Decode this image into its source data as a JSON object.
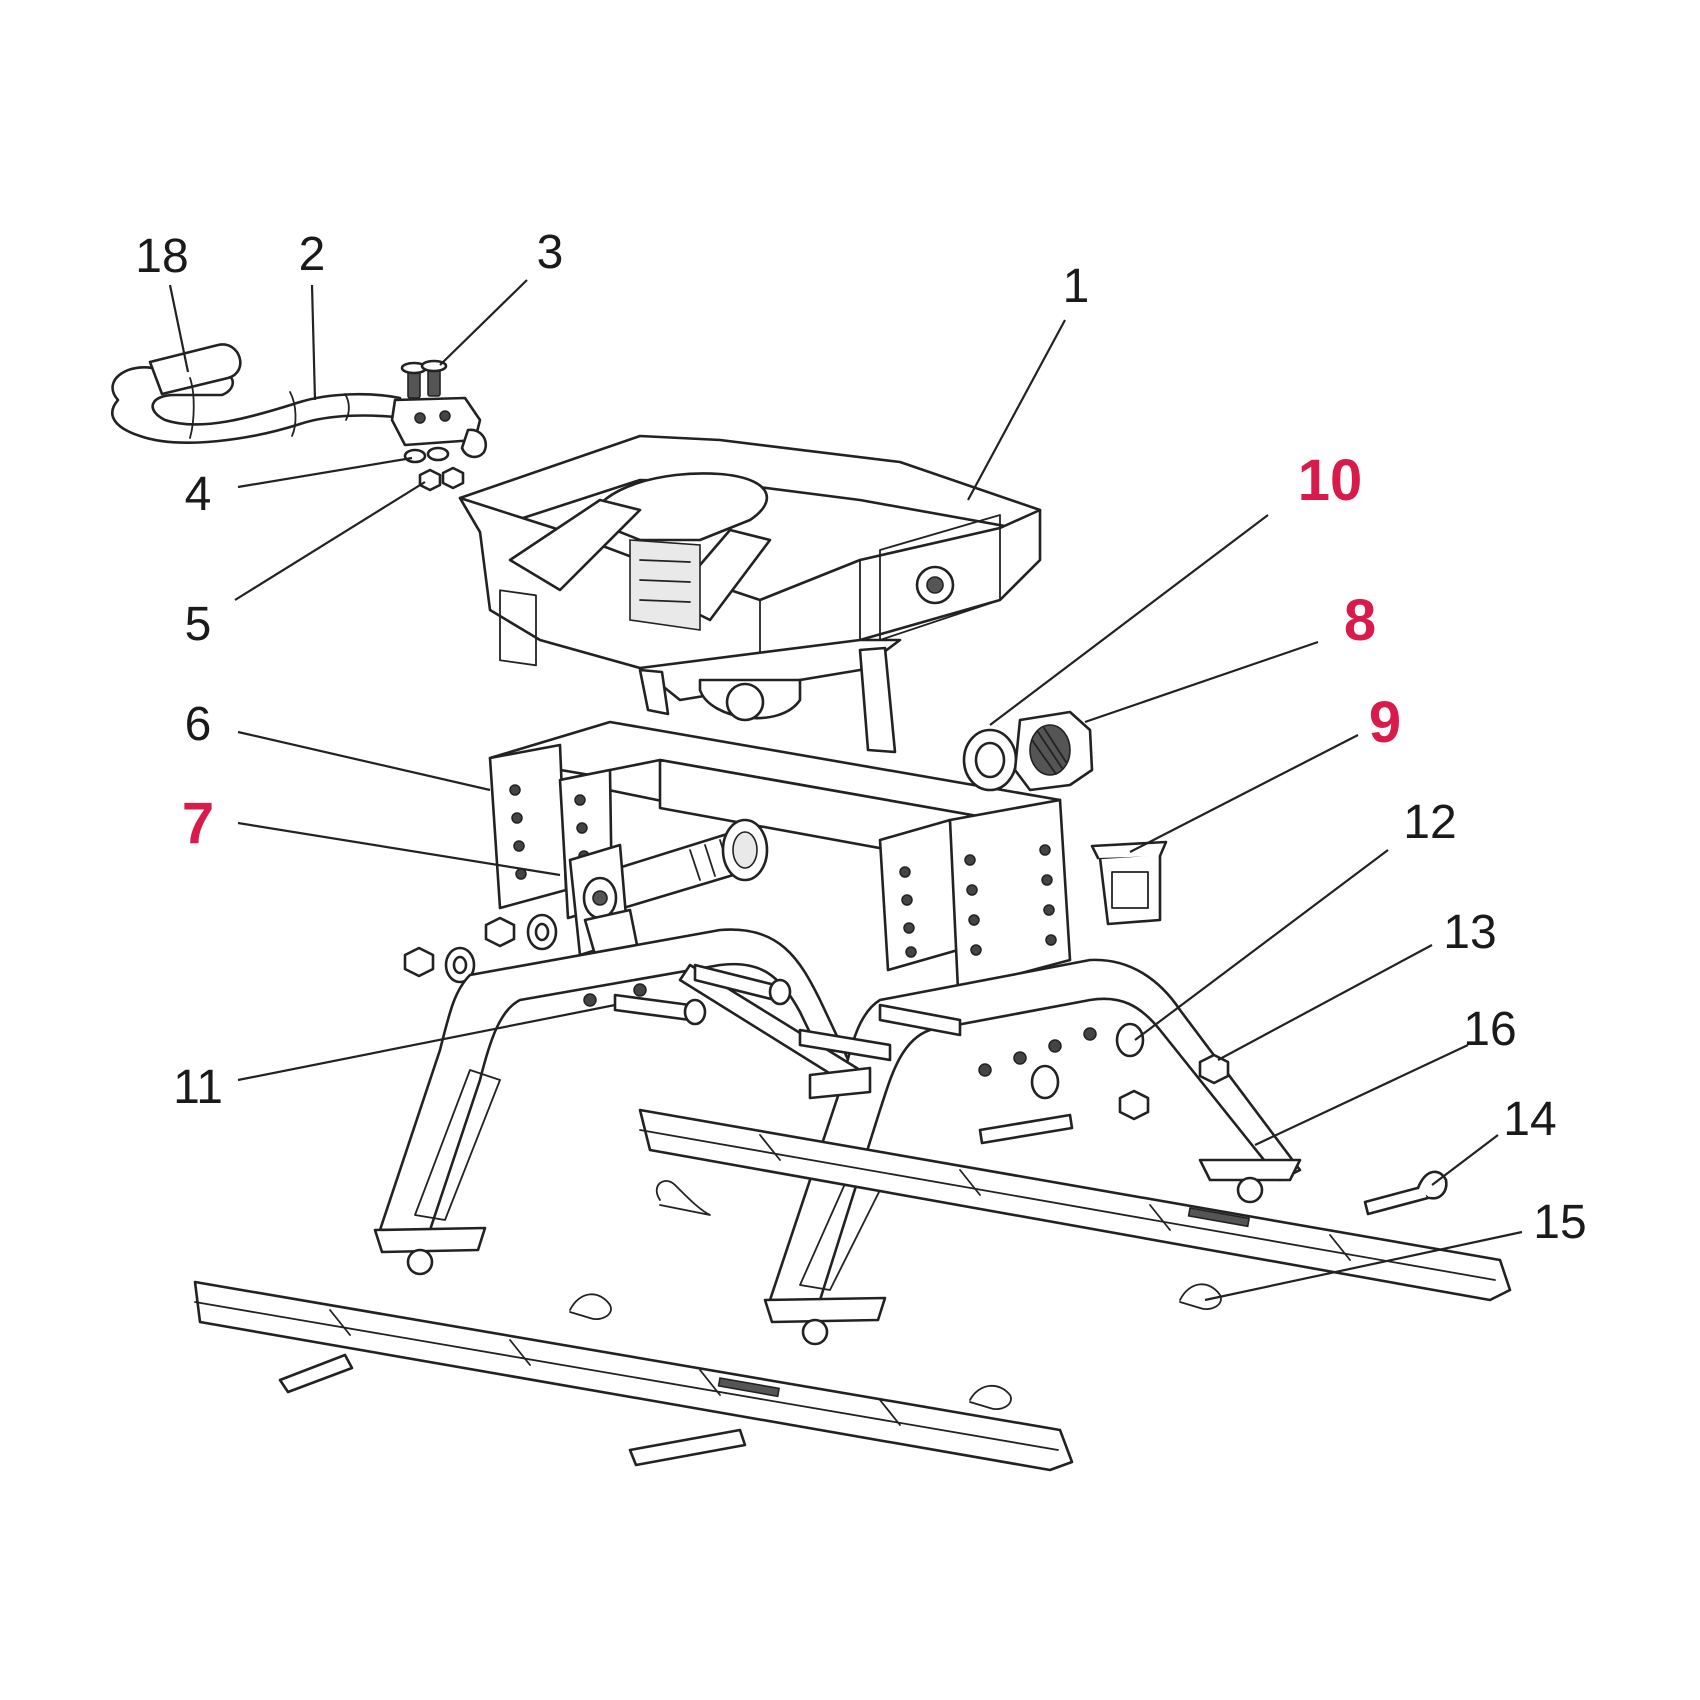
{
  "colors": {
    "highlight": "#d81b4a",
    "ink": "#1a1a1a",
    "background": "#ffffff"
  },
  "callouts": [
    {
      "id": "1",
      "text": "1",
      "highlighted": false
    },
    {
      "id": "2",
      "text": "2",
      "highlighted": false
    },
    {
      "id": "3",
      "text": "3",
      "highlighted": false
    },
    {
      "id": "4",
      "text": "4",
      "highlighted": false
    },
    {
      "id": "5",
      "text": "5",
      "highlighted": false
    },
    {
      "id": "6",
      "text": "6",
      "highlighted": false
    },
    {
      "id": "7",
      "text": "7",
      "highlighted": true
    },
    {
      "id": "8",
      "text": "8",
      "highlighted": true
    },
    {
      "id": "9",
      "text": "9",
      "highlighted": true
    },
    {
      "id": "10",
      "text": "10",
      "highlighted": true
    },
    {
      "id": "11",
      "text": "11",
      "highlighted": false
    },
    {
      "id": "12",
      "text": "12",
      "highlighted": false
    },
    {
      "id": "13",
      "text": "13",
      "highlighted": false
    },
    {
      "id": "14",
      "text": "14",
      "highlighted": false
    },
    {
      "id": "15",
      "text": "15",
      "highlighted": false
    },
    {
      "id": "16",
      "text": "16",
      "highlighted": false
    },
    {
      "id": "18",
      "text": "18",
      "highlighted": false
    }
  ]
}
